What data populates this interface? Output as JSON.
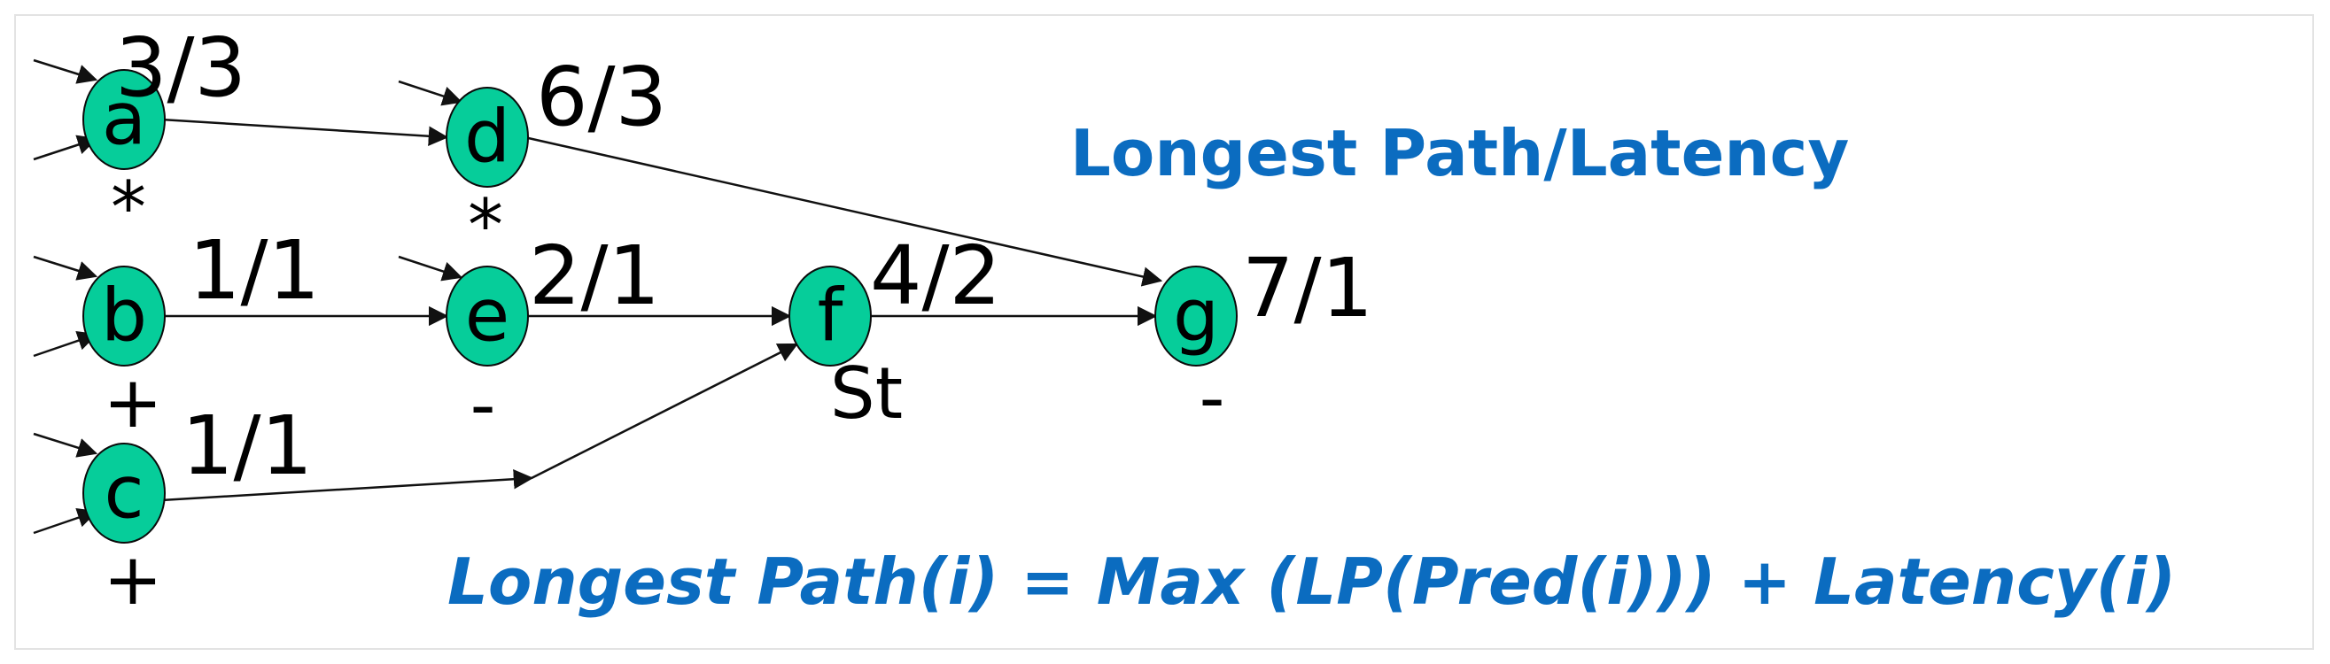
{
  "nodes": [
    {
      "id": "a",
      "label": "a",
      "ratio": "3/3",
      "op": "*"
    },
    {
      "id": "b",
      "label": "b",
      "ratio": "1/1",
      "op": "+"
    },
    {
      "id": "c",
      "label": "c",
      "ratio": "1/1",
      "op": "+"
    },
    {
      "id": "d",
      "label": "d",
      "ratio": "6/3",
      "op": "*"
    },
    {
      "id": "e",
      "label": "e",
      "ratio": "2/1",
      "op": "-"
    },
    {
      "id": "f",
      "label": "f",
      "ratio": "4/2",
      "op": "St"
    },
    {
      "id": "g",
      "label": "g",
      "ratio": "7/1",
      "op": "-"
    }
  ],
  "edges": [
    {
      "from": "a",
      "to": "d"
    },
    {
      "from": "b",
      "to": "e"
    },
    {
      "from": "e",
      "to": "f"
    },
    {
      "from": "c",
      "to": "f"
    },
    {
      "from": "f",
      "to": "g"
    },
    {
      "from": "d",
      "to": "g"
    }
  ],
  "title": "Longest Path/Latency",
  "formula": "Longest Path(i) = Max (LP(Pred(i))) + Latency(i)",
  "colors": {
    "node_fill": "#06CD9A",
    "heading": "#0B6CC0"
  }
}
